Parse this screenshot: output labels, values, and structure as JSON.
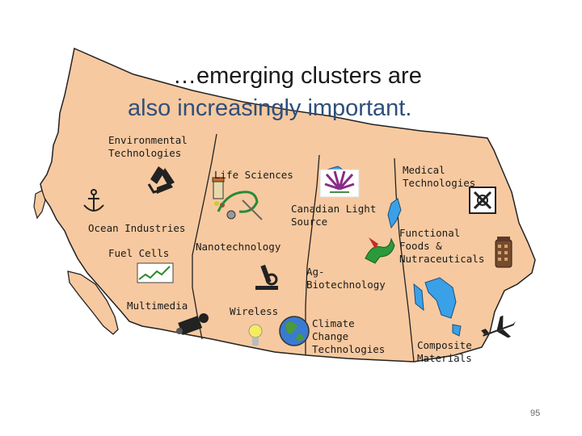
{
  "slide": {
    "title_line1": "…emerging clusters are",
    "title_line2": "also increasingly important.",
    "page_number": "95"
  },
  "labels": {
    "environmental": "Environmental\nTechnologies",
    "life_sciences": "Life Sciences",
    "medical": "Medical\nTechnologies",
    "ocean": "Ocean Industries",
    "fuel_cells": "Fuel Cells",
    "nanotech": "Nanotechnology",
    "light_source": "Canadian Light\nSource",
    "functional_foods": "Functional\nFoods &\nNutraceuticals",
    "ag_biotech": "Ag-\nBiotechnology",
    "multimedia": "Multimedia",
    "wireless": "Wireless",
    "climate": "Climate\nChange\nTechnologies",
    "composite": "Composite\nMaterials"
  },
  "colors": {
    "land": "#f7c9a0",
    "water": "#3aa0e8",
    "title_dark": "#1a1a1a",
    "title_blue": "#2f4f7a"
  },
  "icons": [
    "recycle-icon",
    "anchor-icon",
    "pills-icon",
    "stethoscope-icon",
    "flower-icon",
    "cross-emblem-icon",
    "dragon-icon",
    "grain-silo-icon",
    "microscope-icon",
    "chart-icon",
    "video-camera-icon",
    "lightbulb-icon",
    "globe-icon",
    "airplane-icon"
  ]
}
